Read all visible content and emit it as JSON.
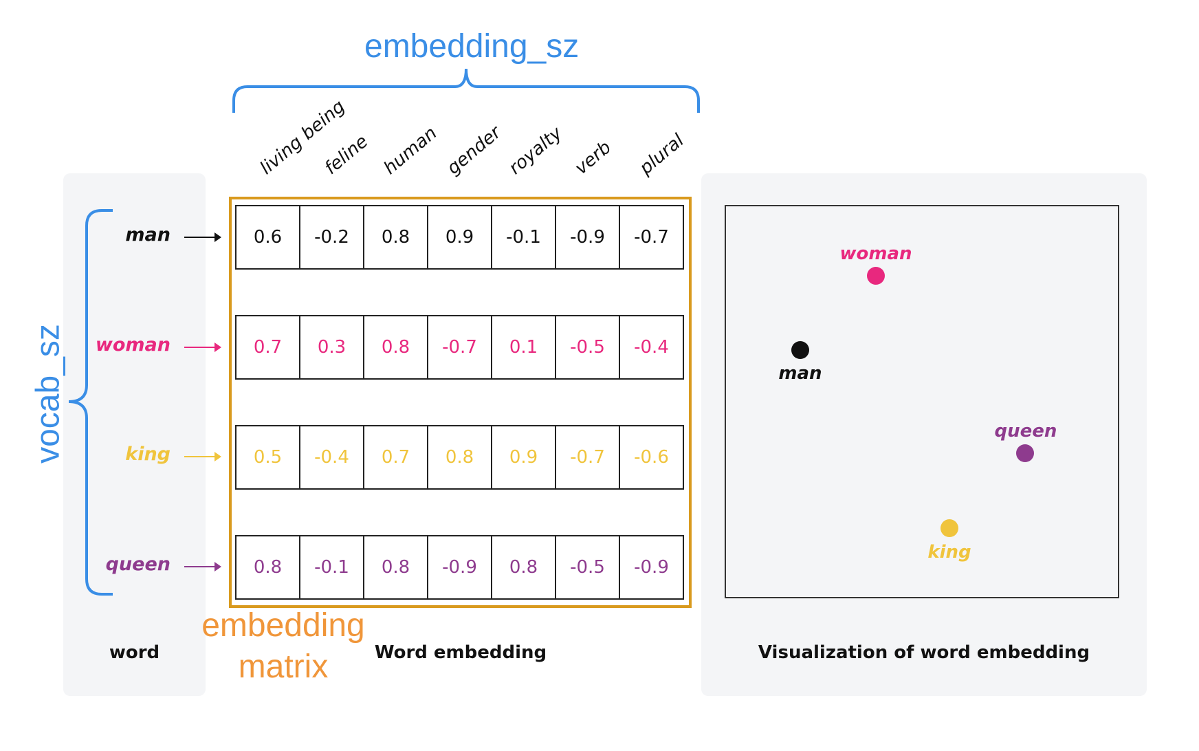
{
  "header": {
    "embedding_dim_label": "embedding_sz"
  },
  "side": {
    "vocab_label": "vocab_sz"
  },
  "matrix_label": "embedding\nmatrix",
  "dimensions": [
    "living being",
    "feline",
    "human",
    "gender",
    "royalty",
    "verb",
    "plural"
  ],
  "words": [
    {
      "word": "man",
      "color": "#111111",
      "values": [
        "0.6",
        "-0.2",
        "0.8",
        "0.9",
        "-0.1",
        "-0.9",
        "-0.7"
      ]
    },
    {
      "word": "woman",
      "color": "#e8287e",
      "values": [
        "0.7",
        "0.3",
        "0.8",
        "-0.7",
        "0.1",
        "-0.5",
        "-0.4"
      ]
    },
    {
      "word": "king",
      "color": "#f0c43c",
      "values": [
        "0.5",
        "-0.4",
        "0.7",
        "0.8",
        "0.9",
        "-0.7",
        "-0.6"
      ]
    },
    {
      "word": "queen",
      "color": "#8e3b8e",
      "values": [
        "0.8",
        "-0.1",
        "0.8",
        "-0.9",
        "0.8",
        "-0.5",
        "-0.9"
      ]
    }
  ],
  "captions": {
    "word": "word",
    "embedding": "Word embedding",
    "visualization": "Visualization of word embedding"
  },
  "visualization": {
    "points": [
      {
        "label": "woman",
        "color": "#e8287e"
      },
      {
        "label": "man",
        "color": "#111111"
      },
      {
        "label": "queen",
        "color": "#8e3b8e"
      },
      {
        "label": "king",
        "color": "#f0c43c"
      }
    ]
  },
  "colors": {
    "brace_blue": "#3a8ee6",
    "matrix_border": "#d99a1e",
    "matrix_label": "#f0963a"
  }
}
